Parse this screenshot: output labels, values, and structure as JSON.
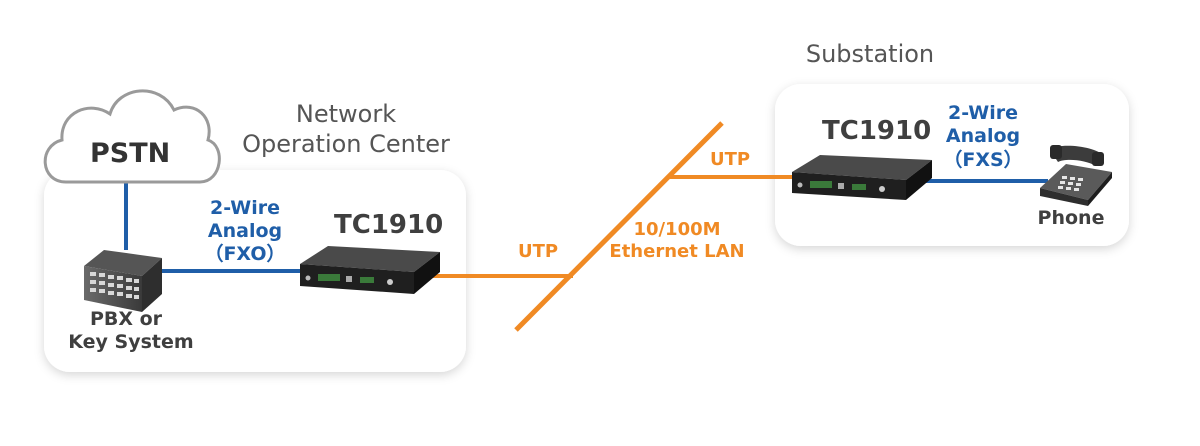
{
  "sites": {
    "noc": {
      "line1": "Network",
      "line2": "Operation Center"
    },
    "substation": {
      "title": "Substation"
    }
  },
  "devices": {
    "noc_model": "TC1910",
    "sub_model": "TC1910"
  },
  "cloud": {
    "label": "PSTN"
  },
  "pbx": {
    "line1": "PBX or",
    "line2": "Key System"
  },
  "phone": {
    "label": "Phone"
  },
  "links": {
    "fxo": {
      "line1": "2-Wire",
      "line2": "Analog",
      "line3": "（FXO）"
    },
    "fxs": {
      "line1": "2-Wire",
      "line2": "Analog",
      "line3": "（FXS）"
    },
    "utp_left": "UTP",
    "utp_right": "UTP",
    "lan": {
      "line1": "10/100M",
      "line2": "Ethernet LAN"
    }
  },
  "colors": {
    "analog": "#1f5ea8",
    "ethernet": "#f08a24",
    "panel": "#ffffff",
    "text_dark": "#3f3f3f"
  }
}
